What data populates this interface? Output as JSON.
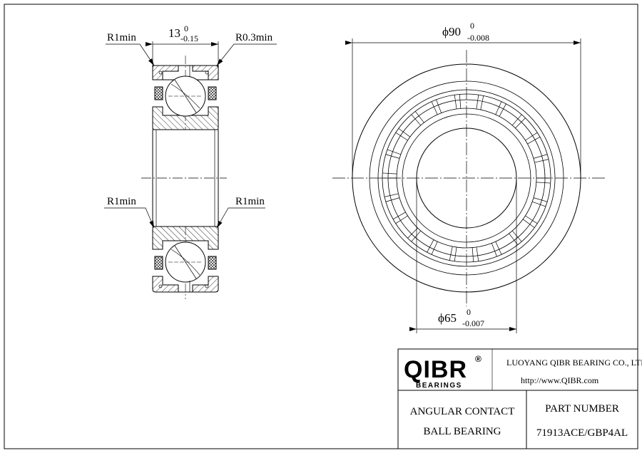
{
  "side_view": {
    "width_dim_main": "13",
    "width_dim_upper": "0",
    "width_dim_lower": "-0.15",
    "label_top_left": "R1min",
    "label_top_right": "R0.3min",
    "label_mid_left": "R1min",
    "label_mid_right": "R1min"
  },
  "front_view": {
    "outer_dim_main": "ϕ90",
    "outer_dim_upper": "0",
    "outer_dim_lower": "-0.008",
    "inner_dim_main": "ϕ65",
    "inner_dim_upper": "0",
    "inner_dim_lower": "-0.007"
  },
  "title_block": {
    "logo_text": "QIBR",
    "logo_registered": "®",
    "logo_subtext": "BEARINGS",
    "company": "LUOYANG QIBR BEARING CO., LTD",
    "website": "http://www.QIBR.com",
    "product_line1": "ANGULAR CONTACT",
    "product_line2": "BALL BEARING",
    "part_label": "PART  NUMBER",
    "part_number": "71913ACE/GBP4AL"
  }
}
